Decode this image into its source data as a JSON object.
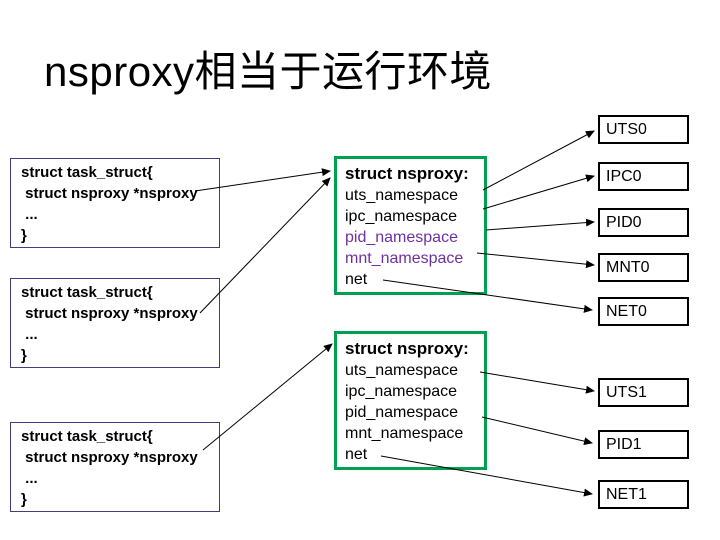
{
  "slide": {
    "title": "nsproxy相当于运行环境"
  },
  "task_struct_boxes": [
    {
      "lines": [
        "struct task_struct{",
        " struct nsproxy *nsproxy",
        " ...",
        "}"
      ]
    },
    {
      "lines": [
        "struct task_struct{",
        " struct nsproxy *nsproxy",
        " ...",
        "}"
      ]
    },
    {
      "lines": [
        "struct task_struct{",
        " struct nsproxy *nsproxy",
        " ...",
        "}"
      ]
    }
  ],
  "nsproxy_boxes": [
    {
      "header": "struct nsproxy:",
      "fields": [
        {
          "label": "uts_namespace",
          "color": "#000000"
        },
        {
          "label": "ipc_namespace",
          "color": "#000000"
        },
        {
          "label": "pid_namespace",
          "color": "#7030A0"
        },
        {
          "label": "mnt_namespace",
          "color": "#7030A0"
        },
        {
          "label": "net",
          "color": "#000000"
        }
      ]
    },
    {
      "header": "struct nsproxy:",
      "fields": [
        {
          "label": "uts_namespace",
          "color": "#000000"
        },
        {
          "label": "ipc_namespace",
          "color": "#000000"
        },
        {
          "label": "pid_namespace",
          "color": "#000000"
        },
        {
          "label": "mnt_namespace",
          "color": "#000000"
        },
        {
          "label": "net",
          "color": "#000000"
        }
      ]
    }
  ],
  "namespace_boxes": [
    {
      "label": "UTS0"
    },
    {
      "label": "IPC0"
    },
    {
      "label": "PID0"
    },
    {
      "label": "MNT0"
    },
    {
      "label": "NET0"
    },
    {
      "label": "UTS1"
    },
    {
      "label": "PID1"
    },
    {
      "label": "NET1"
    }
  ],
  "colors": {
    "background": "#ffffff",
    "text": "#000000",
    "task_struct_border": "#3f3f7d",
    "nsproxy_border": "#00a050",
    "namespace_box_border": "#000000",
    "purple_field": "#7030A0",
    "arrow": "#000000"
  }
}
